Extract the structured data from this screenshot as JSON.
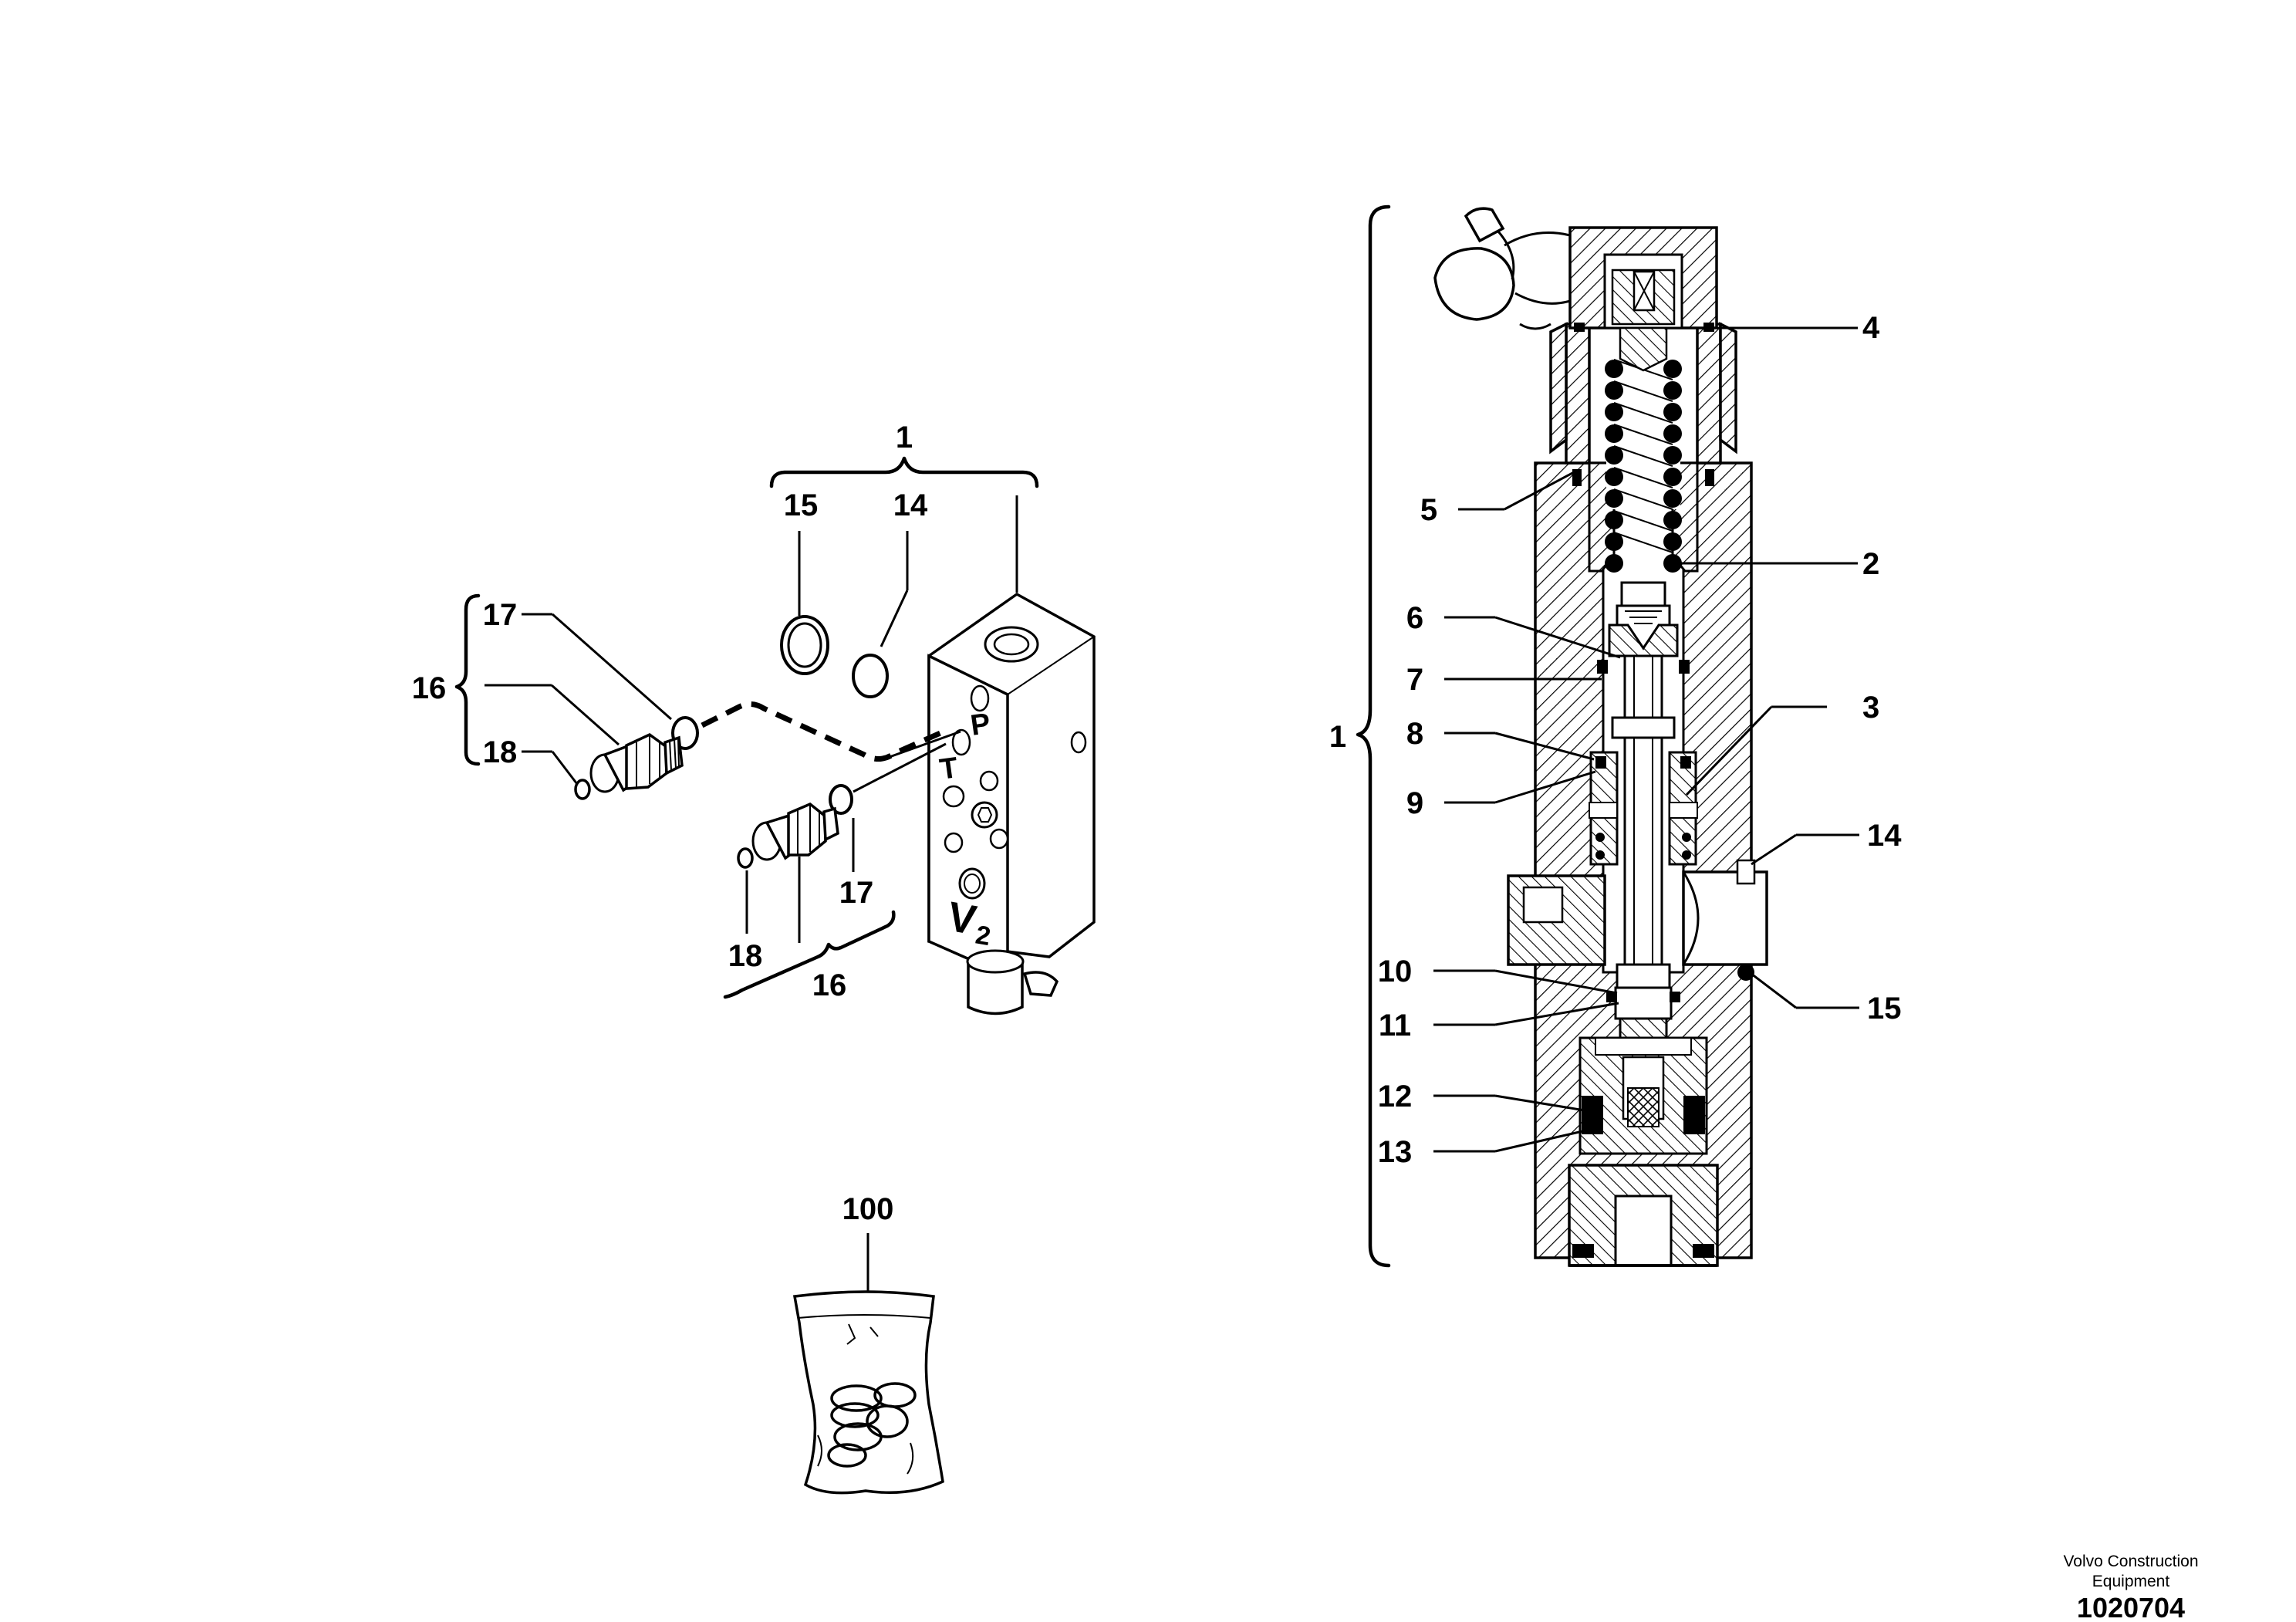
{
  "diagram": {
    "callouts": {
      "kit_main": "1",
      "oring_15": "15",
      "oring_14": "14",
      "oring_17_upper": "17",
      "adapter_16_upper": "16",
      "oring_18_upper": "18",
      "oring_17_lower": "17",
      "oring_18_lower": "18",
      "adapter_16_lower": "16",
      "seal_kit": "100"
    },
    "section_callouts": {
      "assembly": "1",
      "c4": "4",
      "c5": "5",
      "c2": "2",
      "c6": "6",
      "c7": "7",
      "c8": "8",
      "c3": "3",
      "c9": "9",
      "c14": "14",
      "c10": "10",
      "c11": "11",
      "c15": "15",
      "c12": "12",
      "c13": "13"
    },
    "port_labels": {
      "p": "P",
      "t": "T",
      "v": "V",
      "v_sub": "2"
    }
  },
  "footer": {
    "brand_line1": "Volvo Construction",
    "brand_line2": "Equipment",
    "drawing_number": "1020704"
  }
}
